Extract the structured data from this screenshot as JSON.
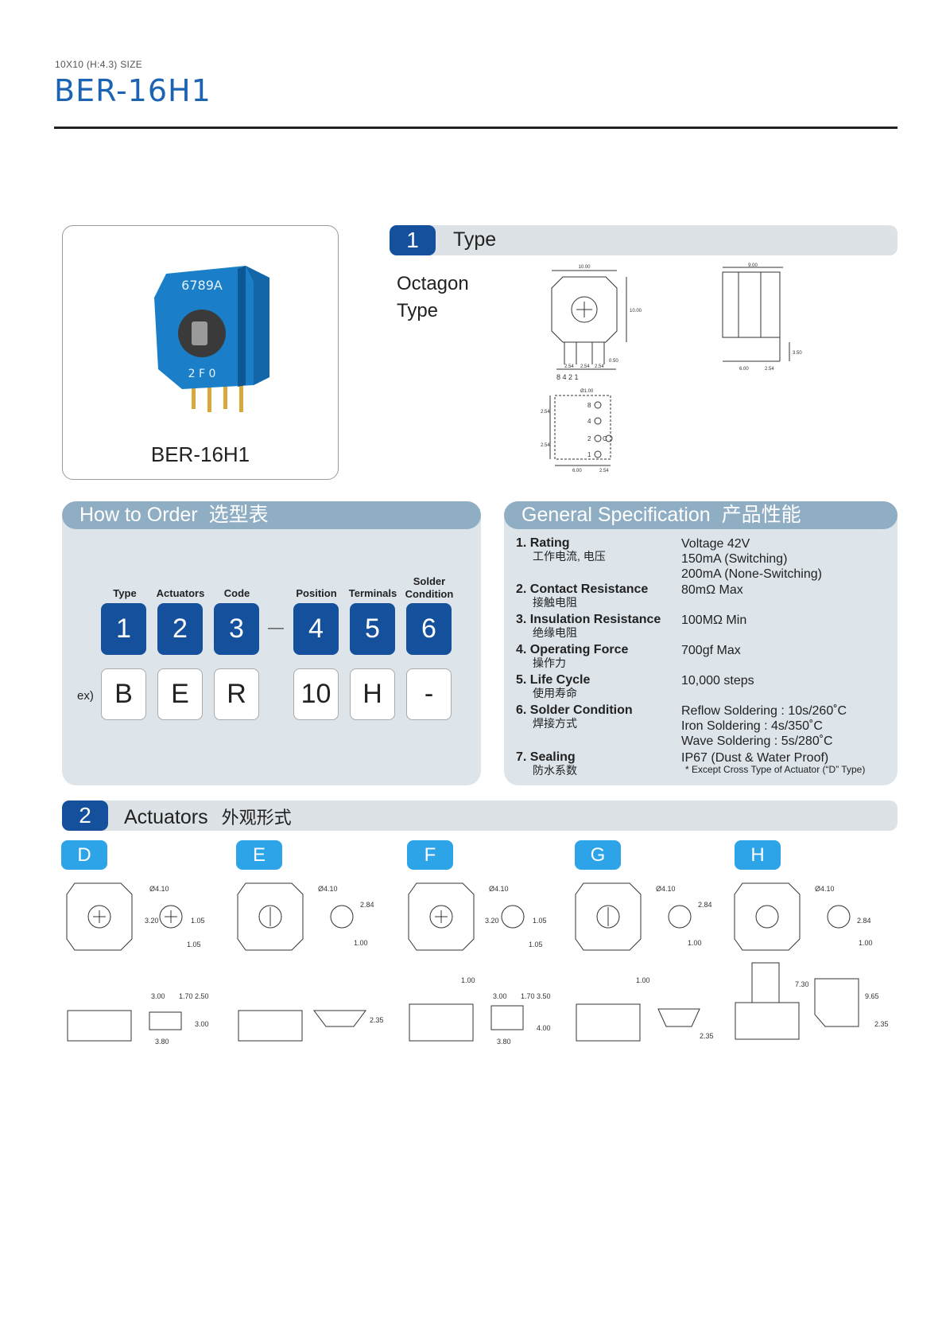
{
  "header": {
    "size_label": "10X10 (H:4.3) SIZE",
    "model": "BER-16H1"
  },
  "photo": {
    "caption": "BER-16H1"
  },
  "section1": {
    "number": "1",
    "title": "Type"
  },
  "type_name": {
    "line1": "Octagon",
    "line2": "Type"
  },
  "drawing_labels": {
    "front_width": "10.00",
    "front_height": "10.00",
    "pitch1": "2.54",
    "pitch2": "2.54",
    "pitch3": "2.54",
    "pin_w": "0.50",
    "pins": "8  4  2  1",
    "side_width": "9.00",
    "side_a": "6.00",
    "side_b": "2.54",
    "side_h": "3.50",
    "hole": "Ø1.00",
    "pcb_a": "6.00",
    "pcb_b": "2.54",
    "pcb_c": "2.54",
    "pcb_d": "2.54",
    "pcb_pins": [
      "8",
      "4",
      "2",
      "C",
      "1"
    ]
  },
  "order": {
    "heading": "How to Order",
    "heading_cn": "选型表",
    "labels": [
      "Type",
      "Actuators",
      "Code",
      "Position",
      "Terminals",
      "Solder",
      "Condition"
    ],
    "boxes": [
      "1",
      "2",
      "3",
      "4",
      "5",
      "6"
    ],
    "dash": "—",
    "ex_label": "ex)",
    "example": [
      "B",
      "E",
      "R",
      "10",
      "H",
      "-"
    ]
  },
  "spec": {
    "heading": "General Specification",
    "heading_cn": "产品性能",
    "items": [
      {
        "name": "1. Rating",
        "cn": "工作电流, 电压",
        "values": [
          "Voltage 42V",
          "150mA (Switching)",
          "200mA (None-Switching)"
        ]
      },
      {
        "name": "2. Contact Resistance",
        "cn": "接触电阻",
        "values": [
          "80mΩ  Max"
        ]
      },
      {
        "name": "3. Insulation Resistance",
        "cn": "绝缘电阻",
        "values": [
          "100MΩ  Min"
        ]
      },
      {
        "name": "4. Operating Force",
        "cn": "操作力",
        "values": [
          "700gf  Max"
        ]
      },
      {
        "name": "5. Life Cycle",
        "cn": "使用寿命",
        "values": [
          "10,000 steps"
        ]
      },
      {
        "name": "6. Solder Condition",
        "cn": "焊接方式",
        "values": [
          "Reflow Soldering  : 10s/260˚C",
          "Iron Soldering : 4s/350˚C",
          "Wave Soldering : 5s/280˚C"
        ]
      },
      {
        "name": "7. Sealing",
        "cn": "防水系数",
        "values": [
          "IP67 (Dust & Water Proof)"
        ]
      }
    ],
    "note": "* Except Cross Type of Actuator (“D” Type)"
  },
  "section2": {
    "number": "2",
    "title": "Actuators",
    "title_cn": "外观形式"
  },
  "actuators": [
    {
      "tag": "D",
      "dims": [
        "Ø4.10",
        "3.20",
        "1.05",
        "1.05",
        "3.00",
        "1.70",
        "2.50",
        "3.00",
        "3.80"
      ]
    },
    {
      "tag": "E",
      "dims": [
        "Ø4.10",
        "2.84",
        "1.00",
        "2.35"
      ]
    },
    {
      "tag": "F",
      "dims": [
        "Ø4.10",
        "3.20",
        "1.05",
        "1.05",
        "1.00",
        "3.00",
        "1.70",
        "3.50",
        "4.00",
        "3.80"
      ]
    },
    {
      "tag": "G",
      "dims": [
        "Ø4.10",
        "2.84",
        "1.00",
        "1.00",
        "2.35"
      ]
    },
    {
      "tag": "H",
      "dims": [
        "Ø4.10",
        "2.84",
        "1.00",
        "7.30",
        "9.65",
        "2.35"
      ]
    }
  ],
  "colors": {
    "brand_blue": "#1b63b3",
    "box_blue": "#14509b",
    "tag_blue": "#2da4e8",
    "panel_bg": "#dde4ea",
    "panel_head": "#8faec4"
  }
}
